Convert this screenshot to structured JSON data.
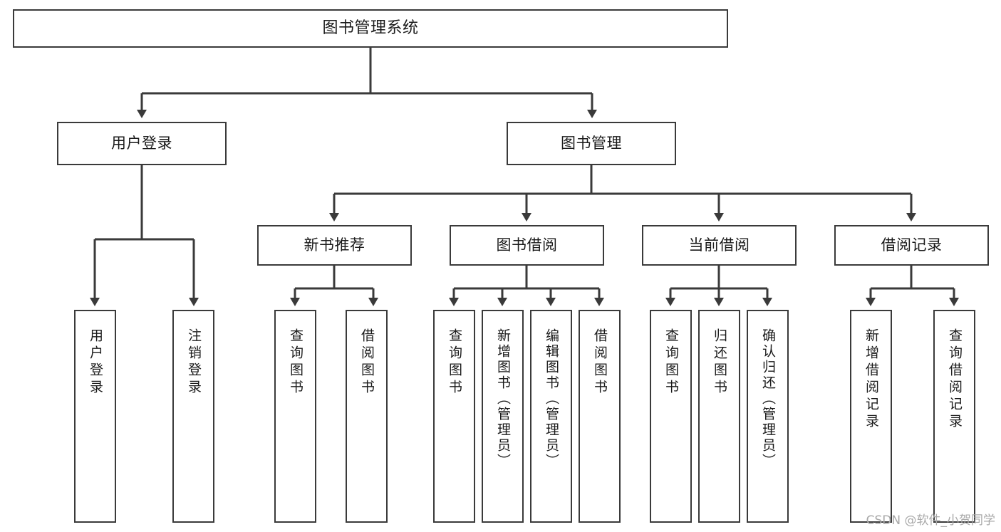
{
  "diagram": {
    "title": "图书管理系统",
    "type": "功能结构图",
    "watermark": "CSDN @软件_小贺同学",
    "stroke_color": "#3a3a3a",
    "text_color": "#1a1a1a",
    "background_color": "#ffffff",
    "watermark_color": "#a8a8a8"
  },
  "nodes": {
    "root": {
      "label": "图书管理系统"
    },
    "level2": [
      {
        "id": "user-login",
        "label": "用户登录"
      },
      {
        "id": "book-manage",
        "label": "图书管理"
      }
    ],
    "level3": [
      {
        "id": "new-book-recommend",
        "label": "新书推荐"
      },
      {
        "id": "book-borrow",
        "label": "图书借阅"
      },
      {
        "id": "current-borrow",
        "label": "当前借阅"
      },
      {
        "id": "borrow-record",
        "label": "借阅记录"
      }
    ],
    "leaves": [
      {
        "id": "leaf-user-login",
        "label": "用户登录",
        "parent": "user-login"
      },
      {
        "id": "leaf-logout",
        "label": "注销登录",
        "parent": "user-login"
      },
      {
        "id": "leaf-query-book-1",
        "label": "查询图书",
        "parent": "new-book-recommend"
      },
      {
        "id": "leaf-borrow-book-1",
        "label": "借阅图书",
        "parent": "new-book-recommend"
      },
      {
        "id": "leaf-query-book-2",
        "label": "查询图书",
        "parent": "book-borrow"
      },
      {
        "id": "leaf-add-book",
        "label": "新增图书（管理员）",
        "parent": "book-borrow"
      },
      {
        "id": "leaf-edit-book",
        "label": "编辑图书（管理员）",
        "parent": "book-borrow"
      },
      {
        "id": "leaf-borrow-book-2",
        "label": "借阅图书",
        "parent": "book-borrow"
      },
      {
        "id": "leaf-query-book-3",
        "label": "查询图书",
        "parent": "current-borrow"
      },
      {
        "id": "leaf-return-book",
        "label": "归还图书",
        "parent": "current-borrow"
      },
      {
        "id": "leaf-confirm-return",
        "label": "确认归还（管理员）",
        "parent": "current-borrow"
      },
      {
        "id": "leaf-add-record",
        "label": "新增借阅记录",
        "parent": "borrow-record"
      },
      {
        "id": "leaf-query-record",
        "label": "查询借阅记录",
        "parent": "borrow-record"
      }
    ]
  }
}
